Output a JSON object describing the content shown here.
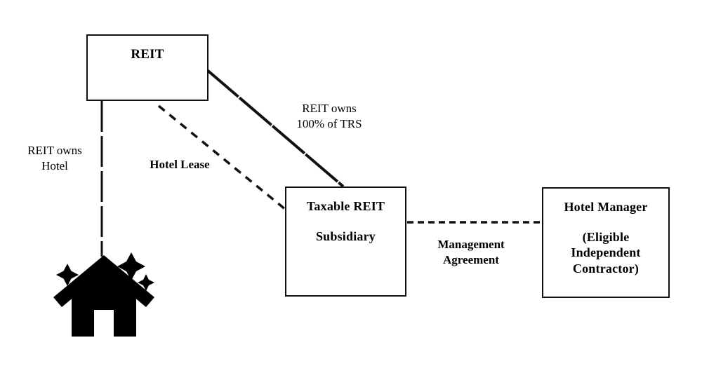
{
  "diagram": {
    "title": "REIT / Taxable REIT Subsidiary / Hotel Manager structure",
    "background_color": "#ffffff",
    "line_color": "#111111",
    "text_color": "#000000"
  },
  "nodes": {
    "reit": {
      "lines": [
        "REIT"
      ],
      "shape": "rectangle"
    },
    "trs": {
      "lines": [
        "Taxable REIT",
        "Subsidiary"
      ],
      "shape": "rectangle"
    },
    "manager": {
      "lines": [
        "Hotel Manager",
        "(Eligible",
        "Independent",
        "Contractor)"
      ],
      "shape": "rectangle"
    },
    "hotel": {
      "icon": "house-sparkle-icon",
      "shape": "icon"
    }
  },
  "edges": {
    "reit_to_hotel": {
      "label_lines": [
        "REIT owns",
        "Hotel"
      ],
      "style": "dashed",
      "weight": "normal"
    },
    "reit_to_trs_lease": {
      "label_lines": [
        "Hotel Lease"
      ],
      "style": "dashed",
      "weight": "bold"
    },
    "reit_to_trs_ownership": {
      "label_lines": [
        "REIT owns",
        "100% of TRS"
      ],
      "style": "solid",
      "weight": "normal"
    },
    "trs_to_manager": {
      "label_lines": [
        "Management",
        "Agreement"
      ],
      "style": "dashed",
      "weight": "bold"
    }
  }
}
